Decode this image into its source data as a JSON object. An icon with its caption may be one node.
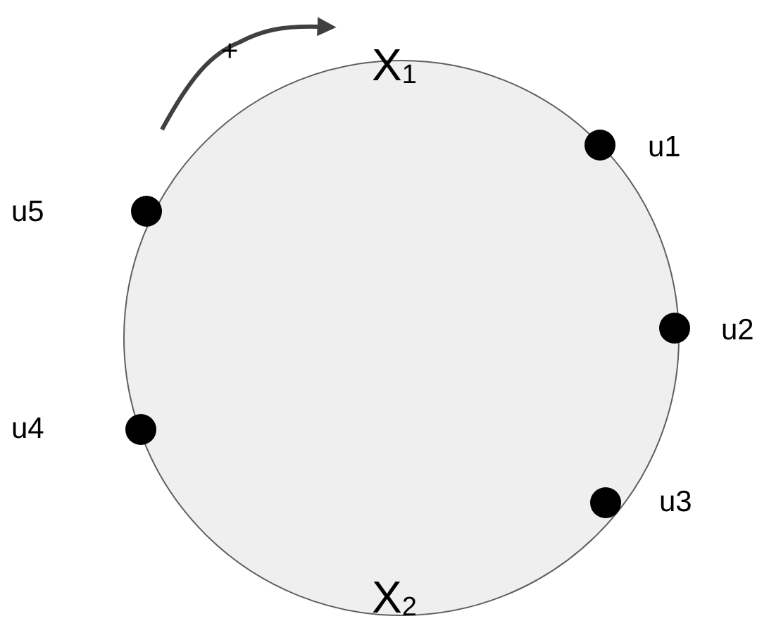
{
  "diagram": {
    "labels": [
      "+",
      "X$_{1}$",
      "u1",
      "u5",
      "u2",
      "u4",
      "u3",
      "X$_{2}$"
    ]
  }
}
